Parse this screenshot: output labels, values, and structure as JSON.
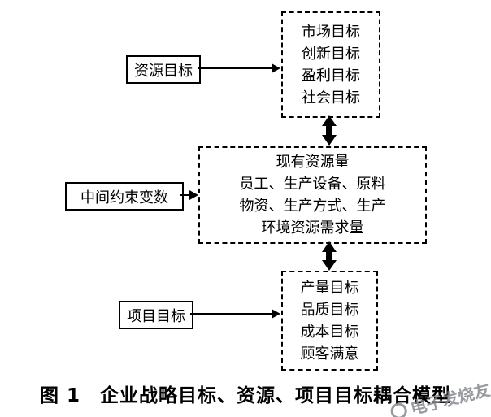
{
  "diagram": {
    "left_boxes": {
      "resource": "资源目标",
      "constraint": "中间约束变数",
      "project": "项目目标"
    },
    "goal_groups": {
      "strategic": [
        "市场目标",
        "创新目标",
        "盈利目标",
        "社会目标"
      ],
      "resources": [
        "现有资源量",
        "员工、生产设备、原料",
        "物资、生产方式、生产",
        "环境资源需求量"
      ],
      "project": [
        "产量目标",
        "品质目标",
        "成本目标",
        "顾客满意"
      ]
    }
  },
  "caption": "图 1　企业战略目标、资源、项目目标耦合模型",
  "watermark": "电子发烧友",
  "colors": {
    "line": "#000000",
    "background": "#ffffff",
    "watermark": "#7d8287"
  }
}
